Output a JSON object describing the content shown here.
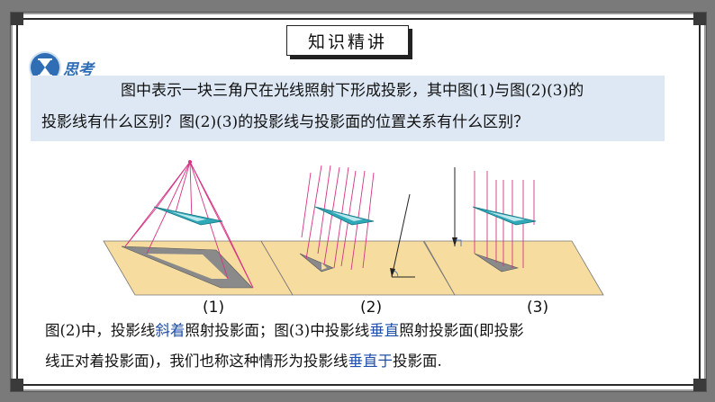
{
  "header": {
    "title": "知识精讲"
  },
  "think": {
    "label": "思考",
    "icon": "hourglass-icon"
  },
  "question": {
    "line1": "图中表示一块三角尺在光线照射下形成投影，其中图(1)与图(2)(3)的",
    "line2": "投影线有什么区别？图(2)(3)的投影线与投影面的位置关系有什么区别？"
  },
  "figure": {
    "captions": [
      "(1)",
      "(2)",
      "(3)"
    ],
    "colors": {
      "plane": "#f7dca0",
      "ruler": "#2fa8b8",
      "shadow": "#8a8a8a",
      "ray": "#d63384"
    }
  },
  "explanation": {
    "p1_a": "图(2)中，投影线",
    "p1_hl1": "斜着",
    "p1_b": "照射投影面；图(3)中投影线",
    "p1_hl2": "垂直",
    "p1_c": "照射投影面(即投影",
    "p2_a": "线正对着投影面)，我们也称这种情形为投影线",
    "p2_hl": "垂直于",
    "p2_b": "投影面."
  }
}
